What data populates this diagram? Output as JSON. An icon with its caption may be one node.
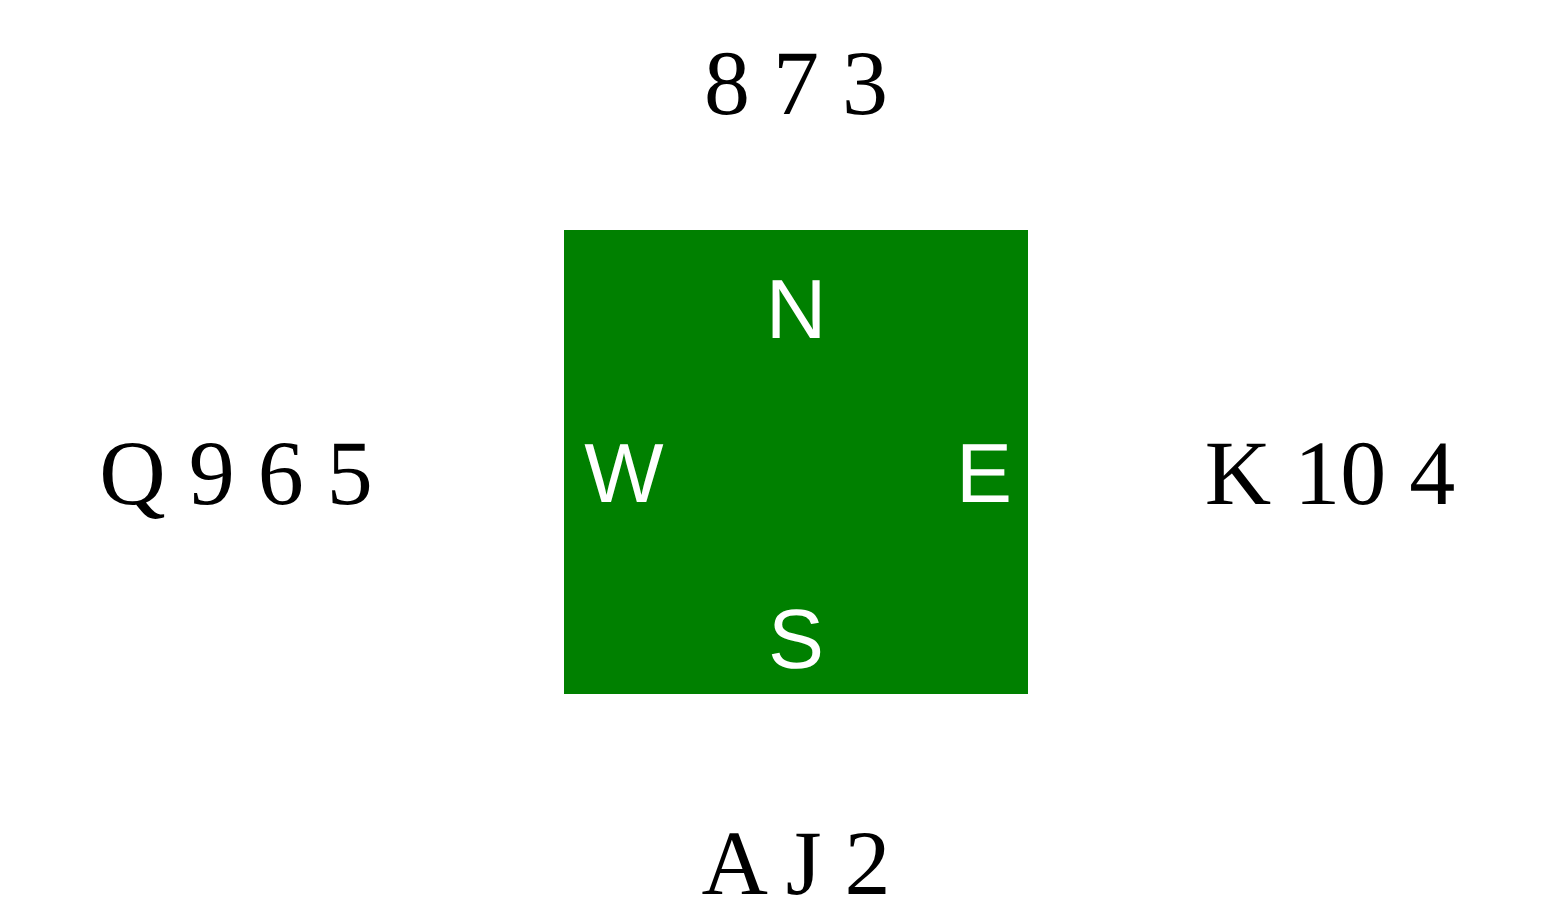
{
  "diagram": {
    "nodes": [
      {
        "text": [
          "N",
          "W",
          "E",
          "S"
        ]
      }
    ],
    "labels": [
      "8 7 3",
      "Q 9 6 5",
      "K 10 4",
      "A J 2"
    ]
  }
}
